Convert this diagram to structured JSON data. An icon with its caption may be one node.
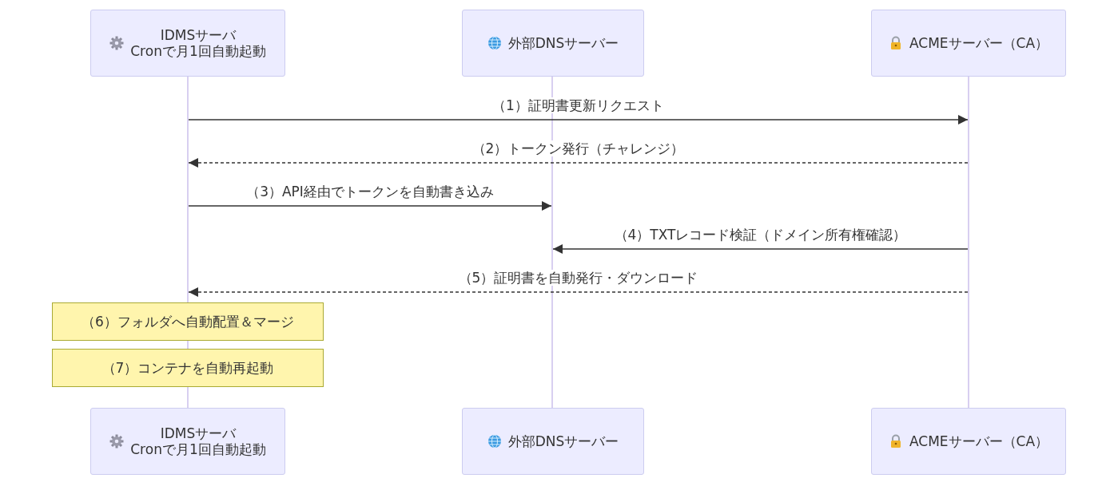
{
  "diagram": {
    "nodes": [
      {
        "text": [
          "IDMSサーバ",
          "Cronで月1回自動起動"
        ]
      },
      {
        "text": [
          "外部DNSサーバー"
        ]
      },
      {
        "text": [
          "ACMEサーバー（CA）"
        ]
      },
      {
        "text": [],
        "shape": "bar"
      },
      {
        "text": [],
        "shape": "bar"
      },
      {
        "text": [],
        "shape": "bar"
      },
      {
        "text": [
          "（6）フォルダへ自動配置＆マージ"
        ]
      },
      {
        "text": [
          "（7）コンテナを自動再起動"
        ]
      },
      {
        "text": [
          "IDMSサーバ",
          "Cronで月1回自動起動"
        ]
      },
      {
        "text": [
          "外部DNSサーバー"
        ]
      },
      {
        "text": [
          "ACMEサーバー（CA）"
        ]
      }
    ],
    "edges": [
      {
        "from": 3,
        "to": 5,
        "arrow": "to",
        "label": "（1）証明書更新リクエスト"
      },
      {
        "from": 5,
        "to": 3,
        "arrow": "to",
        "label": "（2）トークン発行（チャレンジ）",
        "style": "dashed"
      },
      {
        "from": 3,
        "to": 4,
        "arrow": "to",
        "label": "（3）API経由でトークンを自動書き込み"
      },
      {
        "from": 5,
        "to": 4,
        "arrow": "to",
        "label": "（4）TXTレコード検証（ドメイン所有権確認）"
      },
      {
        "from": 5,
        "to": 3,
        "arrow": "to",
        "label": "（5）証明書を自動発行・ダウンロード",
        "style": "dashed"
      }
    ]
  }
}
